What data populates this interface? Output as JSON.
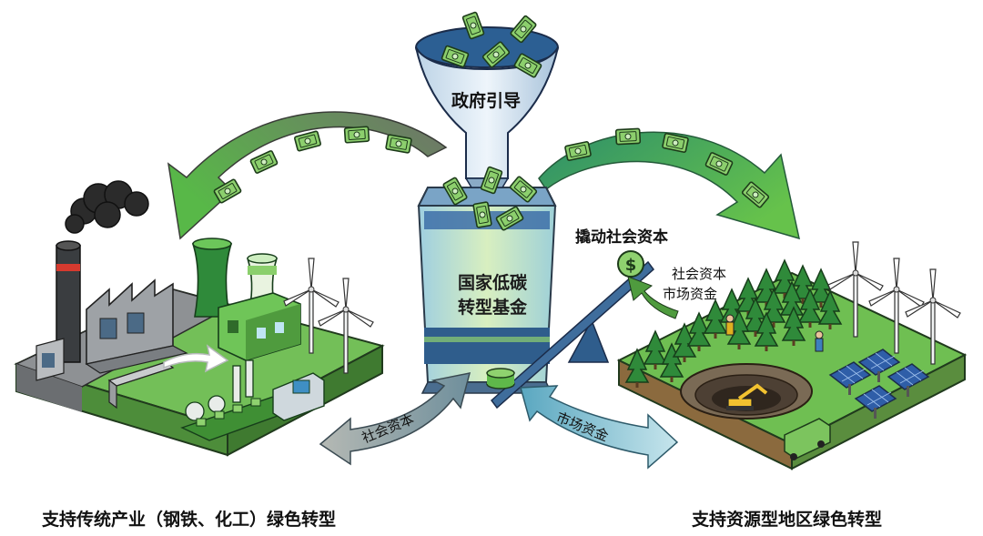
{
  "funnel_label": "政府引导",
  "fund_label_line1": "国家低碳",
  "fund_label_line2": "转型基金",
  "leverage_label": "撬动社会资本",
  "market_label_line1": "社会资本",
  "market_label_line2": "市场资金",
  "left_arrow_label": "社会资本",
  "right_arrow_label": "市场资金",
  "left_caption": "支持传统产业（钢铁、化工）绿色转型",
  "right_caption": "支持资源型地区绿色转型",
  "coin_symbol": "$",
  "colors": {
    "arrow_green": "#57b947",
    "arrow_gray": "#8a8f86",
    "fund_tank": "#cfe9b5",
    "water": "#3d6ea8",
    "ground_green": "#5fb84a",
    "factory_gray": "#8c8f92"
  },
  "icons": [
    "banknote-icon",
    "funnel-icon",
    "coin-icon",
    "factory-icon",
    "wind-turbine-icon",
    "solar-panel-icon",
    "excavator-icon",
    "truck-icon",
    "tree-icon",
    "worker-icon"
  ]
}
